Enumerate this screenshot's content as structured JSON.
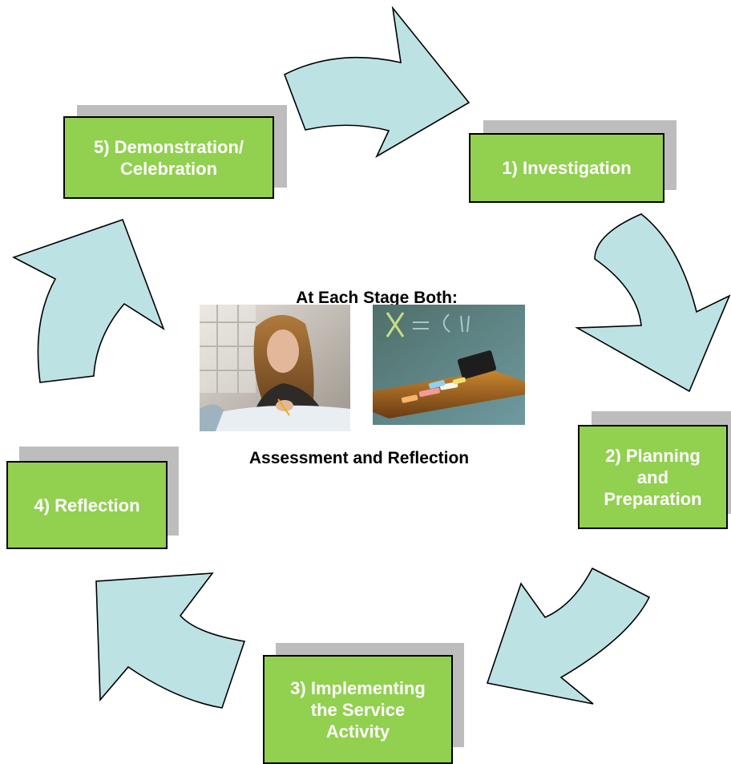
{
  "colors": {
    "stage_box_fill": "#92d050",
    "stage_box_text": "#ffffff",
    "stage_box_shadow": "#bdbdbd",
    "arrow_fill": "#bde2e4",
    "arrow_outline": "#000000"
  },
  "stages": [
    {
      "label": "1) Investigation"
    },
    {
      "label_line1": "2) Planning",
      "label_line2": "and",
      "label_line3": "Preparation"
    },
    {
      "label_line1": "3) Implementing",
      "label_line2": "the Service",
      "label_line3": "Activity"
    },
    {
      "label": "4) Reflection"
    },
    {
      "label_line1": "5) Demonstration/",
      "label_line2": "Celebration"
    }
  ],
  "center": {
    "heading": "At Each Stage Both:",
    "caption": "Assessment and Reflection",
    "photos": [
      {
        "subject": "student writing at desk"
      },
      {
        "subject": "chalkboard with chalk pieces"
      }
    ]
  },
  "cycle_arrows": [
    {
      "from": "5) Demonstration/ Celebration",
      "to": "1) Investigation"
    },
    {
      "from": "1) Investigation",
      "to": "2) Planning and Preparation"
    },
    {
      "from": "2) Planning and Preparation",
      "to": "3) Implementing the Service Activity"
    },
    {
      "from": "3) Implementing the Service Activity",
      "to": "4) Reflection"
    },
    {
      "from": "4) Reflection",
      "to": "5) Demonstration/ Celebration"
    }
  ]
}
